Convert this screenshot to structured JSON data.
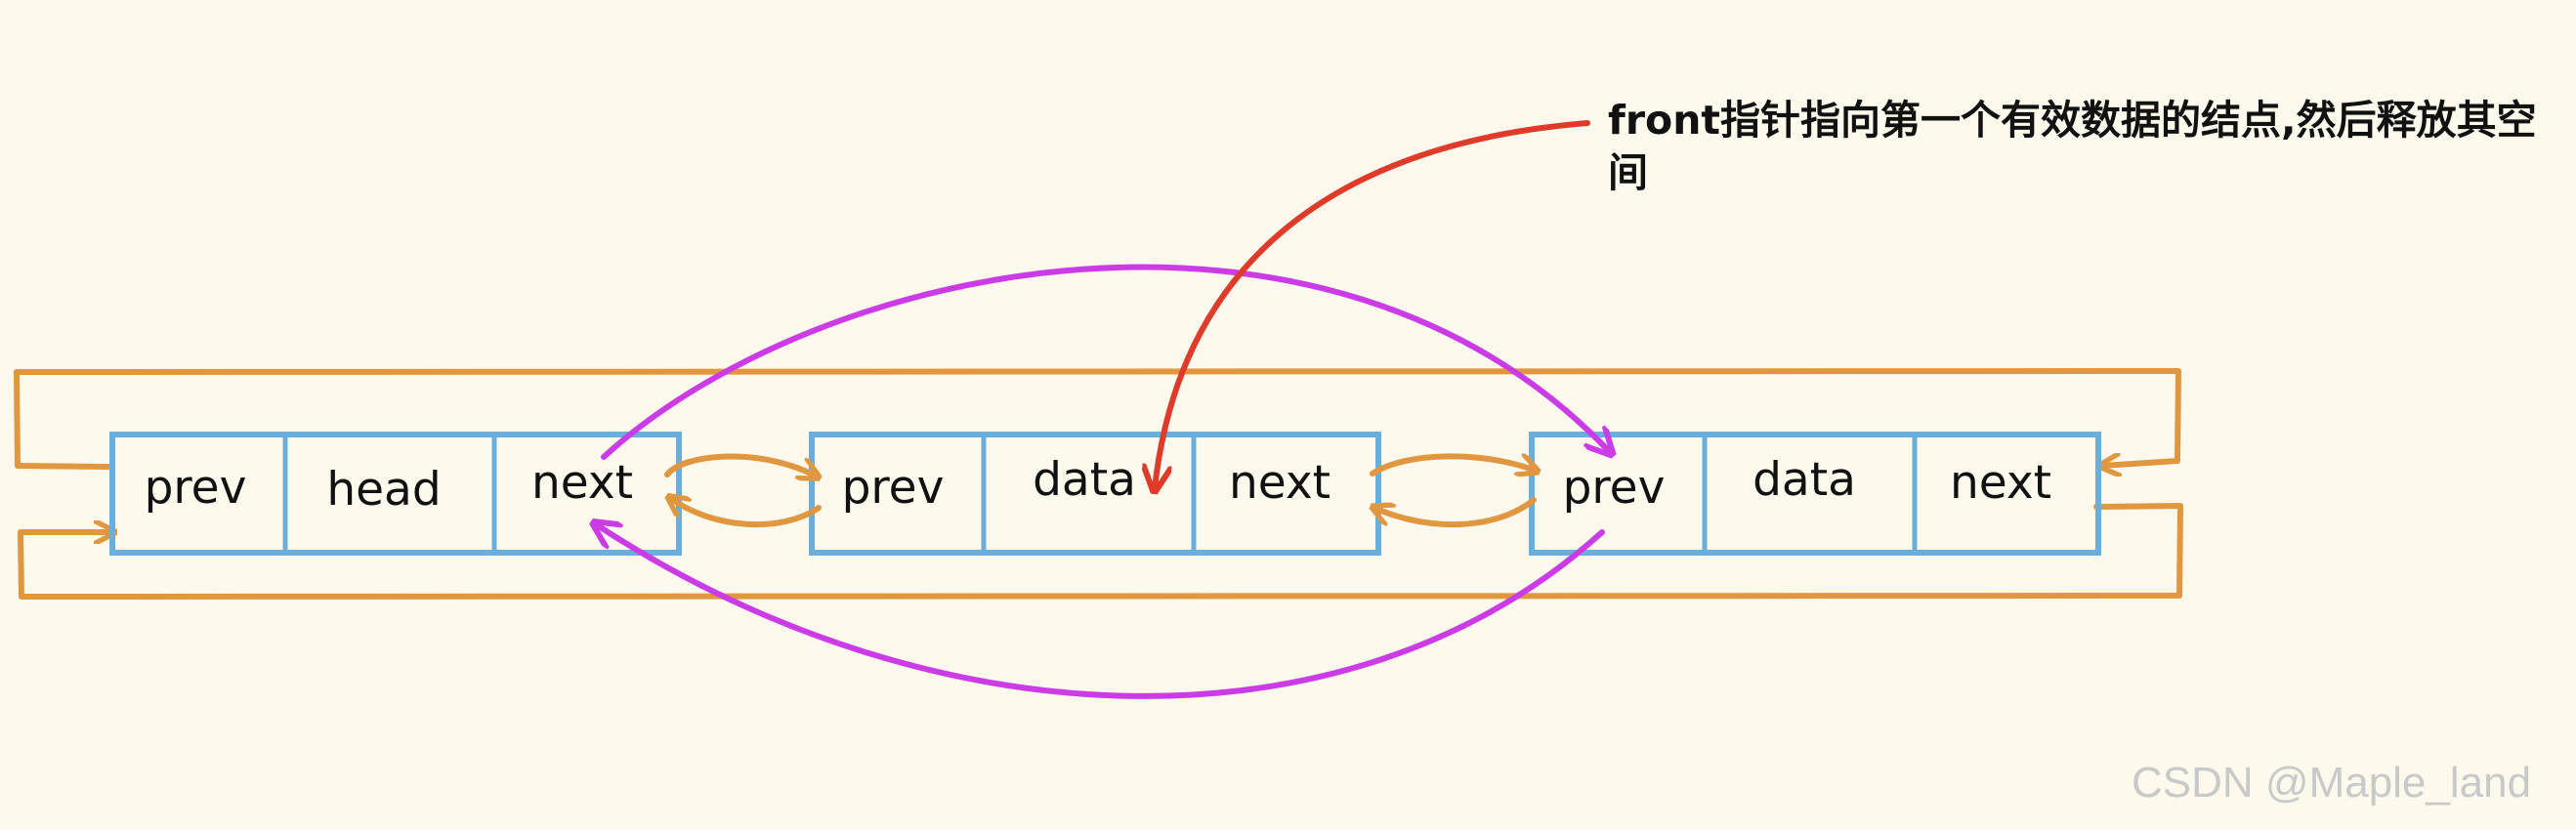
{
  "nodes": [
    {
      "cells": [
        "prev",
        "head",
        "next"
      ]
    },
    {
      "cells": [
        "prev",
        "data",
        "next"
      ]
    },
    {
      "cells": [
        "prev",
        "data",
        "next"
      ]
    }
  ],
  "annotation": "front指针指向第一个有效数据的结点,然后释放其空间",
  "watermark": "CSDN @Maple_land",
  "colors": {
    "node_border": "#6aaedb",
    "link_arrow": "#e0973f",
    "relink_arrow": "#cc3ce6",
    "front_pointer_arrow": "#e03a2a",
    "background": "#fdf9ec"
  }
}
